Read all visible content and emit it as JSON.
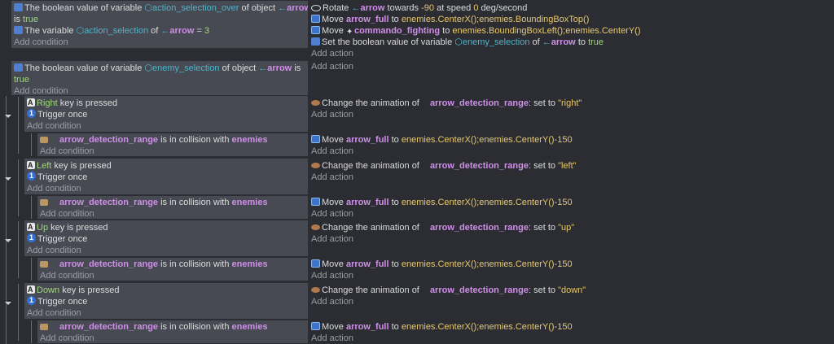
{
  "events": [
    {
      "conditions": [
        {
          "pre": "The boolean value of variable",
          "var": "action_selection_over",
          "mid": "of object",
          "obj": "arrow",
          "post": "is",
          "value": "true"
        },
        {
          "pre": "The variable",
          "var": "action_selection",
          "mid": "of",
          "obj": "arrow",
          "op": "=",
          "value": "3"
        }
      ],
      "add_condition": "Add condition",
      "actions": [
        {
          "pre": "Rotate",
          "obj": "arrow",
          "mid": "towards",
          "value": "-90",
          "mid2": "at speed",
          "speed": "0",
          "post": "deg/second"
        },
        {
          "pre": "Move",
          "obj": "arrow_full",
          "mid": "to",
          "expr": "enemies.CenterX();enemies.BoundingBoxTop()"
        },
        {
          "pre": "Move",
          "obj": "commando_fighting",
          "mid": "to",
          "expr": "enemies.BoundingBoxLeft();enemies.CenterY()"
        },
        {
          "pre": "Set the boolean value of variable",
          "var": "enemy_selection",
          "mid": "of",
          "obj": "arrow",
          "mid2": "to",
          "value": "true"
        }
      ],
      "add_action": "Add action"
    },
    {
      "conditions": [
        {
          "pre": "The boolean value of variable",
          "var": "enemy_selection",
          "mid": "of object",
          "obj": "arrow",
          "post": "is",
          "value": "true"
        }
      ],
      "add_condition": "Add condition",
      "add_action": "Add action"
    }
  ],
  "subevents": [
    {
      "key": "Right",
      "key_text": "key is pressed",
      "trigger": "Trigger once",
      "add_condition": "Add condition",
      "anim_pre": "Change the animation of",
      "anim_obj": "arrow_detection_range",
      "anim_mid": ": set to",
      "anim_value": "\"right\"",
      "add_action": "Add action",
      "child": {
        "obj": "arrow_detection_range",
        "text": "is in collision with",
        "target": "enemies",
        "add_condition": "Add condition",
        "move_pre": "Move",
        "move_obj": "arrow_full",
        "move_mid": "to",
        "move_expr": "enemies.CenterX();enemies.CenterY()-150",
        "add_action": "Add action"
      }
    },
    {
      "key": "Left",
      "key_text": "key is pressed",
      "trigger": "Trigger once",
      "add_condition": "Add condition",
      "anim_pre": "Change the animation of",
      "anim_obj": "arrow_detection_range",
      "anim_mid": ": set to",
      "anim_value": "\"left\"",
      "add_action": "Add action",
      "child": {
        "obj": "arrow_detection_range",
        "text": "is in collision with",
        "target": "enemies",
        "add_condition": "Add condition",
        "move_pre": "Move",
        "move_obj": "arrow_full",
        "move_mid": "to",
        "move_expr": "enemies.CenterX();enemies.CenterY()-150",
        "add_action": "Add action"
      }
    },
    {
      "key": "Up",
      "key_text": "key is pressed",
      "trigger": "Trigger once",
      "add_condition": "Add condition",
      "anim_pre": "Change the animation of",
      "anim_obj": "arrow_detection_range",
      "anim_mid": ": set to",
      "anim_value": "\"up\"",
      "add_action": "Add action",
      "child": {
        "obj": "arrow_detection_range",
        "text": "is in collision with",
        "target": "enemies",
        "add_condition": "Add condition",
        "move_pre": "Move",
        "move_obj": "arrow_full",
        "move_mid": "to",
        "move_expr": "enemies.CenterX();enemies.CenterY()-150",
        "add_action": "Add action"
      }
    },
    {
      "key": "Down",
      "key_text": "key is pressed",
      "trigger": "Trigger once",
      "add_condition": "Add condition",
      "anim_pre": "Change the animation of",
      "anim_obj": "arrow_detection_range",
      "anim_mid": ": set to",
      "anim_value": "\"down\"",
      "add_action": "Add action",
      "child": {
        "obj": "arrow_detection_range",
        "text": "is in collision with",
        "target": "enemies",
        "add_condition": "Add condition",
        "move_pre": "Move",
        "move_obj": "arrow_full",
        "move_mid": "to",
        "move_expr": "enemies.CenterX();enemies.CenterY()-150",
        "add_action": "Add action"
      }
    }
  ]
}
